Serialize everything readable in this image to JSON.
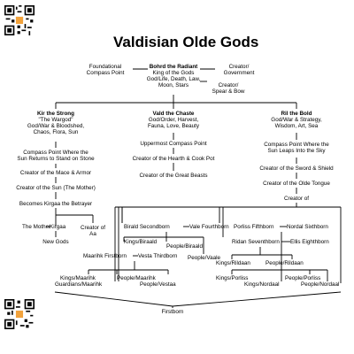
{
  "title": "Valdisian Olde Gods",
  "top": {
    "name": "Bohrd the Radiant",
    "desc": [
      "King of the Gods",
      "God/Life, Death, Law,",
      "Moon, Stars"
    ],
    "left_role": [
      "Foundational",
      "Compass Point"
    ],
    "right_role_1": [
      "Creator/",
      "Government"
    ],
    "right_role_2": [
      "Creator/",
      "Spear & Bow"
    ]
  },
  "left": {
    "name": "Kir the Strong",
    "desc": [
      "\"The Wargod\"",
      "God/War & Bloodshed,",
      "Chaos, Flora, Sun"
    ],
    "roles": [
      [
        "Compass Point Where the",
        "Sun Returns to Stand on Stone"
      ],
      [
        "Creator of the Mace & Armor"
      ],
      [
        "Creator of the Sun (The Mother)"
      ],
      [
        "Becomes Kirgaa the Betrayer"
      ]
    ],
    "mother": "The Mother",
    "kirgaa": "Kirgaa",
    "creator_of_aa": [
      "Creator of",
      "Aa"
    ],
    "new_gods": "New Gods"
  },
  "middle": {
    "name": "Vald the Chaste",
    "desc": [
      "God/Order, Harvest,",
      "Fauna, Love, Beauty"
    ],
    "roles": [
      [
        "Uppermost Compass Point"
      ],
      [
        "Creator of the Hearth & Cook Pot"
      ],
      [
        "Creator of the Great Beasts"
      ]
    ]
  },
  "right": {
    "name": "Ril the Bold",
    "desc": [
      "God/War & Strategy,",
      "Wisdom, Art, Sea"
    ],
    "roles": [
      [
        "Compass Point Where the",
        "Sun Leaps Into the Sky"
      ],
      [
        "Creator of the Sword & Shield"
      ],
      [
        "Creator of the Olde Tongue"
      ],
      [
        "Creator of"
      ]
    ]
  },
  "descendants": {
    "birald": "Birald Secondborn",
    "vale": "Vale Fourthborn",
    "kings_biraald": "Kings/Biraald",
    "people_biraald": "People/Biraald",
    "people_vaale": "People/Vaale",
    "porliss": "Porliss Fifthborn",
    "nordal": "Nordal Sixthborn",
    "ridan": "Ridan Seventhborn",
    "ellis": "Ellis Eighthborn",
    "kings_rildaan": "Kings/Rildaan",
    "people_rildaan": "People/Rildaan",
    "maarihk": "Maarihk Firstborn",
    "vesta": "Vesta Thirdborn",
    "kings_maarihk": "Kings/Maarihk",
    "people_maarihk": "People/Maarihk",
    "guardians_maarihk": "Guardians/Maarihk",
    "people_vestaa": "People/Vestaa",
    "kings_porliss": "Kings/Porliss",
    "people_porliss": "People/Porliss",
    "kings_nordaal": "Kings/Nordaal",
    "people_nordaal": "People/Nordaal",
    "firstborn": "Firstborn"
  }
}
